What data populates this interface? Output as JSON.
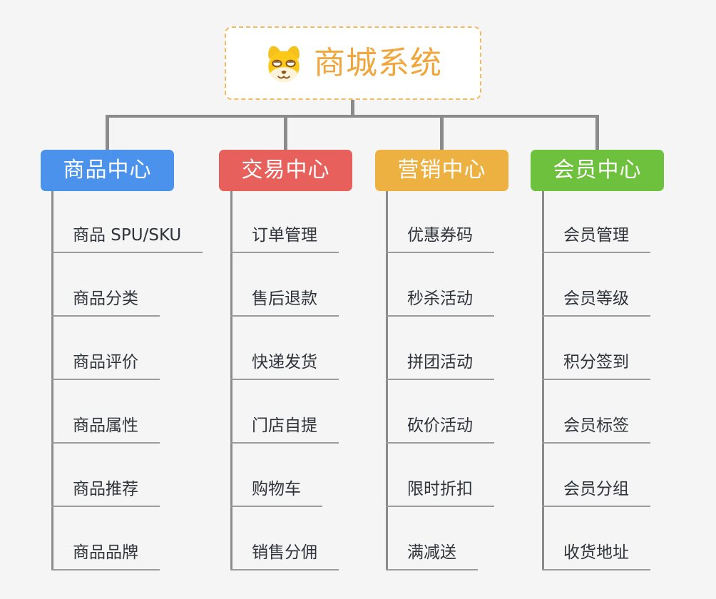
{
  "page": {
    "background_color": "#f5f5f5",
    "connector_color": "#8b8b8b",
    "underline_color": "#9a9a9a"
  },
  "root": {
    "title": "商城系统",
    "icon": "dog-face-icon",
    "title_color": "#f0a63c",
    "border_color": "#f2bb5e",
    "background_color": "#ffffff"
  },
  "branches": [
    {
      "label": "商品中心",
      "color": "#4b92ec",
      "items": [
        "商品 SPU/SKU",
        "商品分类",
        "商品评价",
        "商品属性",
        "商品推荐",
        "商品品牌"
      ]
    },
    {
      "label": "交易中心",
      "color": "#e7605c",
      "items": [
        "订单管理",
        "售后退款",
        "快递发货",
        "门店自提",
        "购物车",
        "销售分佣"
      ]
    },
    {
      "label": "营销中心",
      "color": "#ecb140",
      "items": [
        "优惠券码",
        "秒杀活动",
        "拼团活动",
        "砍价活动",
        "限时折扣",
        "满减送"
      ]
    },
    {
      "label": "会员中心",
      "color": "#6ec13c",
      "items": [
        "会员管理",
        "会员等级",
        "积分签到",
        "会员标签",
        "会员分组",
        "收货地址"
      ]
    }
  ]
}
